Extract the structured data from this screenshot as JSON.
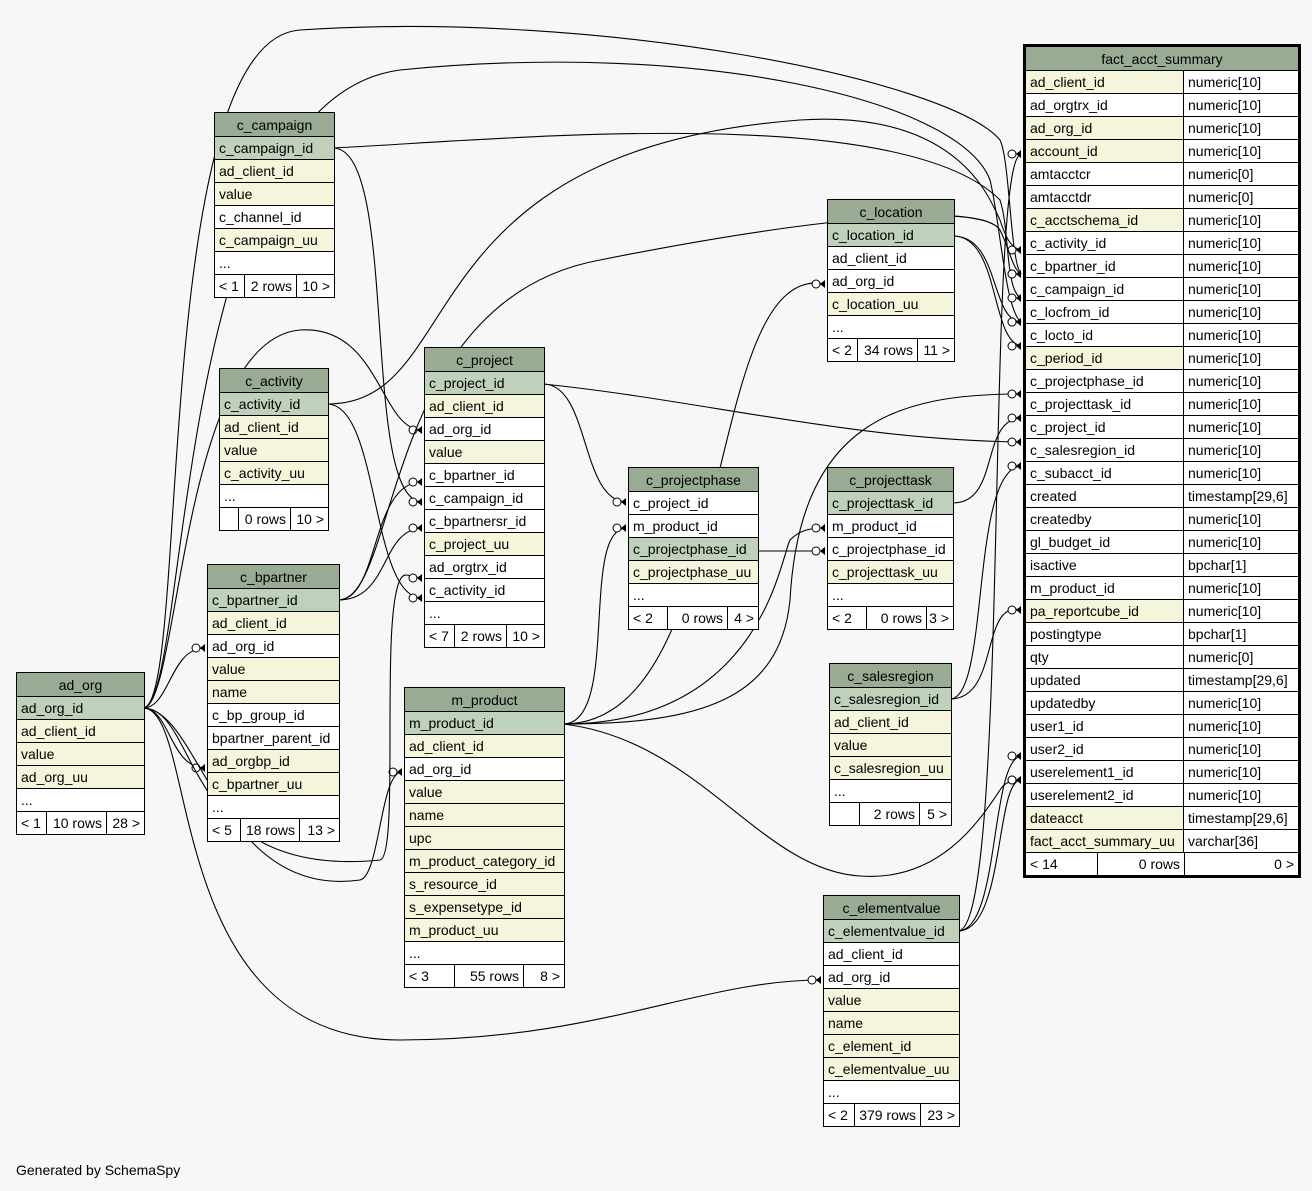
{
  "footer": "Generated by SchemaSpy",
  "tables": [
    {
      "id": "ad_org",
      "name": "ad_org",
      "rows": [
        [
          "ad_org_id",
          "pk"
        ],
        [
          "ad_client_id",
          "ix"
        ],
        [
          "value",
          "ix"
        ],
        [
          "ad_org_uu",
          "ix"
        ],
        [
          "...",
          "pl"
        ]
      ],
      "footer": [
        "< 1",
        "10 rows",
        "28 >"
      ]
    },
    {
      "id": "c_campaign",
      "name": "c_campaign",
      "rows": [
        [
          "c_campaign_id",
          "pk"
        ],
        [
          "ad_client_id",
          "ix"
        ],
        [
          "value",
          "ix"
        ],
        [
          "c_channel_id",
          "pl"
        ],
        [
          "c_campaign_uu",
          "ix"
        ],
        [
          "...",
          "pl"
        ]
      ],
      "footer": [
        "< 1",
        "2 rows",
        "10 >"
      ]
    },
    {
      "id": "c_activity",
      "name": "c_activity",
      "rows": [
        [
          "c_activity_id",
          "pk"
        ],
        [
          "ad_client_id",
          "ix"
        ],
        [
          "value",
          "ix"
        ],
        [
          "c_activity_uu",
          "ix"
        ],
        [
          "...",
          "pl"
        ]
      ],
      "footer": [
        "",
        "0 rows",
        "10 >"
      ]
    },
    {
      "id": "c_bpartner",
      "name": "c_bpartner",
      "rows": [
        [
          "c_bpartner_id",
          "pk"
        ],
        [
          "ad_client_id",
          "ix"
        ],
        [
          "ad_org_id",
          "pl"
        ],
        [
          "value",
          "ix"
        ],
        [
          "name",
          "ix"
        ],
        [
          "c_bp_group_id",
          "pl"
        ],
        [
          "bpartner_parent_id",
          "pl"
        ],
        [
          "ad_orgbp_id",
          "ix"
        ],
        [
          "c_bpartner_uu",
          "ix"
        ],
        [
          "...",
          "pl"
        ]
      ],
      "footer": [
        "< 5",
        "18 rows",
        "13 >"
      ]
    },
    {
      "id": "c_project",
      "name": "c_project",
      "rows": [
        [
          "c_project_id",
          "pk"
        ],
        [
          "ad_client_id",
          "ix"
        ],
        [
          "ad_org_id",
          "pl"
        ],
        [
          "value",
          "ix"
        ],
        [
          "c_bpartner_id",
          "pl"
        ],
        [
          "c_campaign_id",
          "pl"
        ],
        [
          "c_bpartnersr_id",
          "pl"
        ],
        [
          "c_project_uu",
          "ix"
        ],
        [
          "ad_orgtrx_id",
          "pl"
        ],
        [
          "c_activity_id",
          "pl"
        ],
        [
          "...",
          "pl"
        ]
      ],
      "footer": [
        "< 7",
        "2 rows",
        "10 >"
      ]
    },
    {
      "id": "m_product",
      "name": "m_product",
      "rows": [
        [
          "m_product_id",
          "pk"
        ],
        [
          "ad_client_id",
          "ix"
        ],
        [
          "ad_org_id",
          "pl"
        ],
        [
          "value",
          "ix"
        ],
        [
          "name",
          "ix"
        ],
        [
          "upc",
          "ix"
        ],
        [
          "m_product_category_id",
          "ix"
        ],
        [
          "s_resource_id",
          "ix"
        ],
        [
          "s_expensetype_id",
          "ix"
        ],
        [
          "m_product_uu",
          "ix"
        ],
        [
          "...",
          "pl"
        ]
      ],
      "footer": [
        "< 3",
        "55 rows",
        "8 >"
      ]
    },
    {
      "id": "c_projectphase",
      "name": "c_projectphase",
      "rows": [
        [
          "c_project_id",
          "pl"
        ],
        [
          "m_product_id",
          "pl"
        ],
        [
          "c_projectphase_id",
          "pk"
        ],
        [
          "c_projectphase_uu",
          "ix"
        ],
        [
          "...",
          "pl"
        ]
      ],
      "footer": [
        "< 2",
        "0 rows",
        "4 >"
      ]
    },
    {
      "id": "c_location",
      "name": "c_location",
      "rows": [
        [
          "c_location_id",
          "pk"
        ],
        [
          "ad_client_id",
          "pl"
        ],
        [
          "ad_org_id",
          "pl"
        ],
        [
          "c_location_uu",
          "ix"
        ],
        [
          "...",
          "pl"
        ]
      ],
      "footer": [
        "< 2",
        "34 rows",
        "11 >"
      ]
    },
    {
      "id": "c_projecttask",
      "name": "c_projecttask",
      "rows": [
        [
          "c_projecttask_id",
          "pk"
        ],
        [
          "m_product_id",
          "pl"
        ],
        [
          "c_projectphase_id",
          "pl"
        ],
        [
          "c_projecttask_uu",
          "ix"
        ],
        [
          "...",
          "pl"
        ]
      ],
      "footer": [
        "< 2",
        "0 rows",
        "3 >"
      ]
    },
    {
      "id": "c_salesregion",
      "name": "c_salesregion",
      "rows": [
        [
          "c_salesregion_id",
          "pk"
        ],
        [
          "ad_client_id",
          "ix"
        ],
        [
          "value",
          "ix"
        ],
        [
          "c_salesregion_uu",
          "ix"
        ],
        [
          "...",
          "pl"
        ]
      ],
      "footer": [
        "",
        "2 rows",
        "5 >"
      ]
    },
    {
      "id": "c_elementvalue",
      "name": "c_elementvalue",
      "rows": [
        [
          "c_elementvalue_id",
          "pk"
        ],
        [
          "ad_client_id",
          "pl"
        ],
        [
          "ad_org_id",
          "pl"
        ],
        [
          "value",
          "ix"
        ],
        [
          "name",
          "ix"
        ],
        [
          "c_element_id",
          "ix"
        ],
        [
          "c_elementvalue_uu",
          "ix"
        ],
        [
          "...",
          "pl"
        ]
      ],
      "footer": [
        "< 2",
        "379 rows",
        "23 >"
      ]
    },
    {
      "id": "fact_acct_summary",
      "name": "fact_acct_summary",
      "main": true,
      "rows": [
        [
          "ad_client_id",
          "ix",
          "numeric[10]"
        ],
        [
          "ad_orgtrx_id",
          "pl",
          "numeric[10]"
        ],
        [
          "ad_org_id",
          "ix",
          "numeric[10]"
        ],
        [
          "account_id",
          "ix",
          "numeric[10]"
        ],
        [
          "amtacctcr",
          "pl",
          "numeric[0]"
        ],
        [
          "amtacctdr",
          "pl",
          "numeric[0]"
        ],
        [
          "c_acctschema_id",
          "ix",
          "numeric[10]"
        ],
        [
          "c_activity_id",
          "pl",
          "numeric[10]"
        ],
        [
          "c_bpartner_id",
          "pl",
          "numeric[10]"
        ],
        [
          "c_campaign_id",
          "pl",
          "numeric[10]"
        ],
        [
          "c_locfrom_id",
          "pl",
          "numeric[10]"
        ],
        [
          "c_locto_id",
          "pl",
          "numeric[10]"
        ],
        [
          "c_period_id",
          "ix",
          "numeric[10]"
        ],
        [
          "c_projectphase_id",
          "pl",
          "numeric[10]"
        ],
        [
          "c_projecttask_id",
          "pl",
          "numeric[10]"
        ],
        [
          "c_project_id",
          "pl",
          "numeric[10]"
        ],
        [
          "c_salesregion_id",
          "pl",
          "numeric[10]"
        ],
        [
          "c_subacct_id",
          "pl",
          "numeric[10]"
        ],
        [
          "created",
          "pl",
          "timestamp[29,6]"
        ],
        [
          "createdby",
          "pl",
          "numeric[10]"
        ],
        [
          "gl_budget_id",
          "pl",
          "numeric[10]"
        ],
        [
          "isactive",
          "pl",
          "bpchar[1]"
        ],
        [
          "m_product_id",
          "pl",
          "numeric[10]"
        ],
        [
          "pa_reportcube_id",
          "ix",
          "numeric[10]"
        ],
        [
          "postingtype",
          "pl",
          "bpchar[1]"
        ],
        [
          "qty",
          "pl",
          "numeric[0]"
        ],
        [
          "updated",
          "pl",
          "timestamp[29,6]"
        ],
        [
          "updatedby",
          "pl",
          "numeric[10]"
        ],
        [
          "user1_id",
          "pl",
          "numeric[10]"
        ],
        [
          "user2_id",
          "pl",
          "numeric[10]"
        ],
        [
          "userelement1_id",
          "pl",
          "numeric[10]"
        ],
        [
          "userelement2_id",
          "pl",
          "numeric[10]"
        ],
        [
          "dateacct",
          "ix",
          "timestamp[29,6]"
        ],
        [
          "fact_acct_summary_uu",
          "ix",
          "varchar[36]"
        ]
      ],
      "footer": [
        "< 14",
        "0 rows",
        "0 >"
      ]
    }
  ],
  "colors": {
    "header": "#9aab94",
    "primary_key": "#bfd1bb",
    "indexed": "#f5f5dc",
    "plain": "#ffffff",
    "background": "#f7f7f7"
  }
}
